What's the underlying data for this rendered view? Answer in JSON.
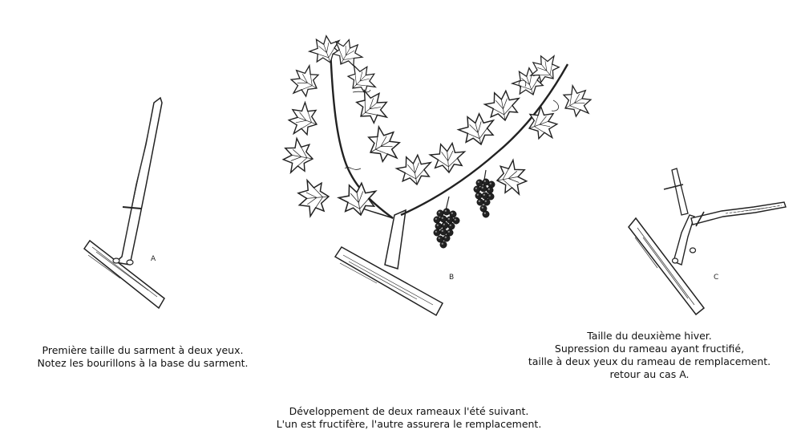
{
  "figure": {
    "panel_a": {
      "label": "A",
      "caption": [
        "Première taille du sarment à deux yeux.",
        "Notez les bourillons à la base du sarment."
      ]
    },
    "panel_b": {
      "label": "B",
      "caption": [
        "Développement de deux rameaux l'été suivant.",
        "L'un est fructifère, l'autre assurera le remplacement."
      ]
    },
    "panel_c": {
      "label": "C",
      "caption": [
        "Taille du deuxième hiver.",
        "Supression du rameau ayant fructifié,",
        "taille à deux yeux du rameau de remplacement.",
        "retour au cas A."
      ]
    }
  }
}
